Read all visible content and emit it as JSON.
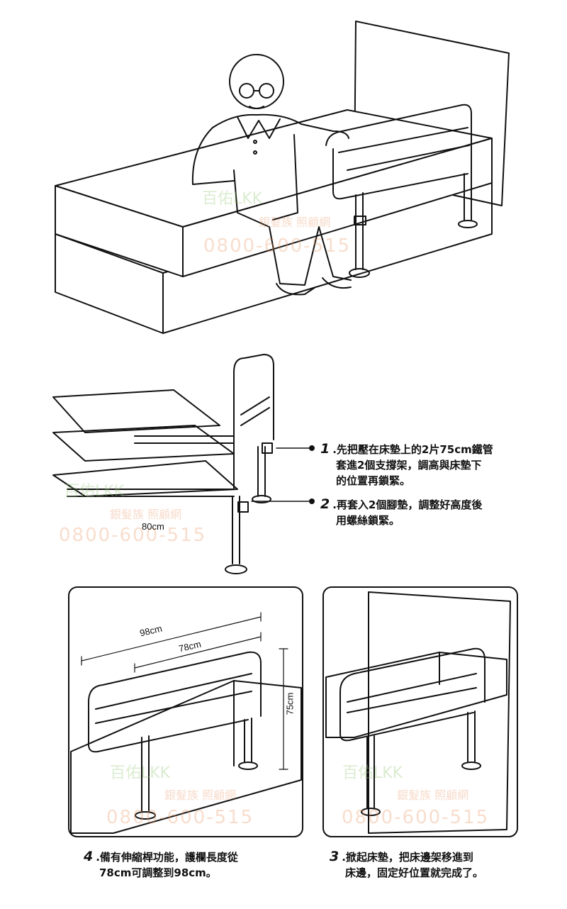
{
  "steps": [
    {
      "num": "1",
      "line1": ".先把壓在床墊上的2片75cm鐵管",
      "line2": "套進2個支撐架，調高與床墊下",
      "line3": "的位置再鎖緊。"
    },
    {
      "num": "2",
      "line1": ".再套入2個腳墊，調整好高度後",
      "line2": "用螺絲鎖緊。"
    },
    {
      "num": "4",
      "line1": ".備有伸縮桿功能，護欄長度從",
      "line2": "78cm可調整到98cm。"
    },
    {
      "num": "3",
      "line1": ".掀起床墊，把床邊架移進到",
      "line2": "床邊，固定好位置就完成了。"
    }
  ],
  "dimensions": {
    "width_80": "80cm",
    "width_98": "98cm",
    "width_78": "78cm",
    "height_75": "75cm"
  },
  "watermark": {
    "brand": "百佑LKK",
    "sub": "銀髮族 照顧網",
    "phone": "0800-600-515"
  },
  "colors": {
    "line": "#111111",
    "watermark_orange": "#e89664",
    "watermark_green": "#96c878"
  }
}
